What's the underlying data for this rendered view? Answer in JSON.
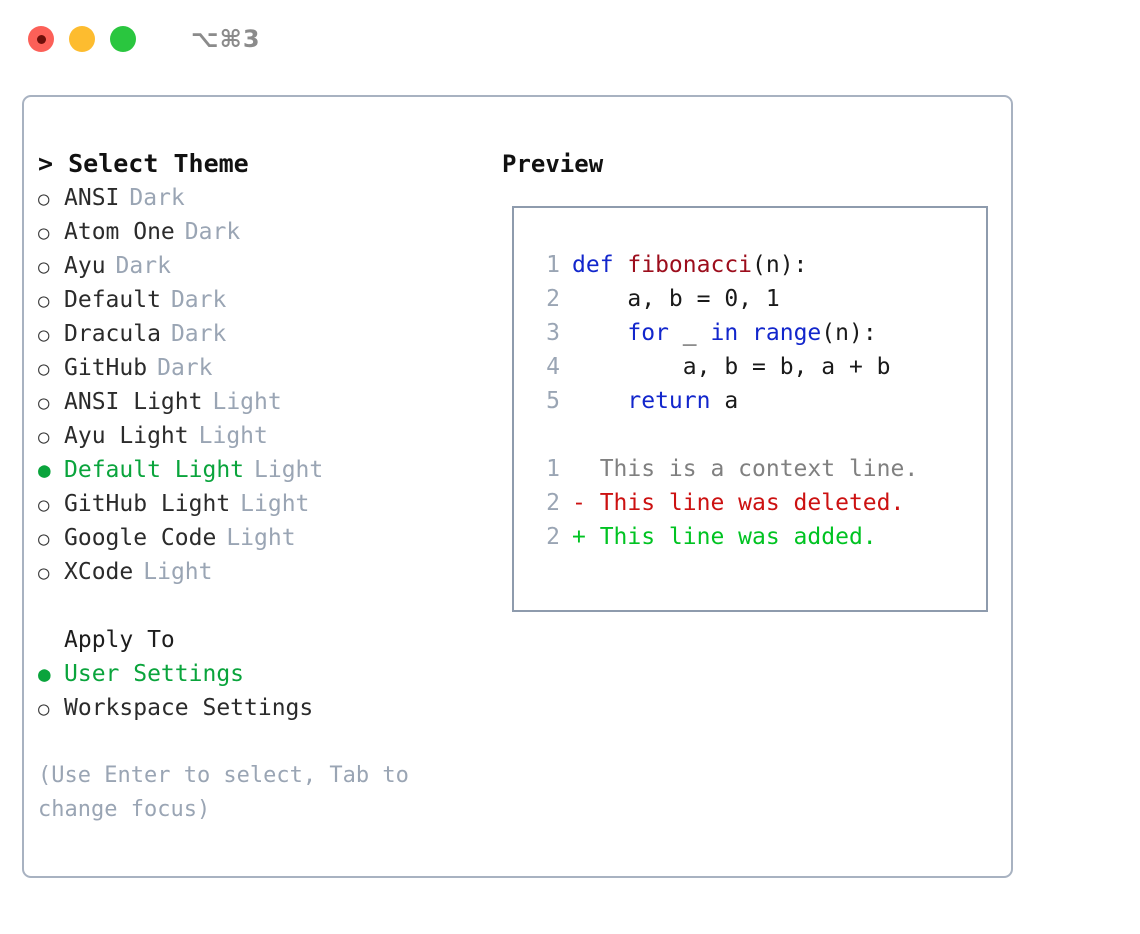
{
  "titlebar": {
    "shortcut": "⌥⌘3",
    "buttons": [
      {
        "name": "close",
        "color": "#fc6058"
      },
      {
        "name": "minimize",
        "color": "#fdbc2f"
      },
      {
        "name": "maximize",
        "color": "#2ac63f"
      }
    ]
  },
  "theme_panel": {
    "header": "> Select Theme",
    "items": [
      {
        "bullet": "○",
        "selected": false,
        "label": "ANSI",
        "tag": "Dark"
      },
      {
        "bullet": "○",
        "selected": false,
        "label": "Atom One",
        "tag": "Dark"
      },
      {
        "bullet": "○",
        "selected": false,
        "label": "Ayu",
        "tag": "Dark"
      },
      {
        "bullet": "○",
        "selected": false,
        "label": "Default",
        "tag": "Dark"
      },
      {
        "bullet": "○",
        "selected": false,
        "label": "Dracula",
        "tag": "Dark"
      },
      {
        "bullet": "○",
        "selected": false,
        "label": "GitHub",
        "tag": "Dark"
      },
      {
        "bullet": "○",
        "selected": false,
        "label": "ANSI Light",
        "tag": "Light"
      },
      {
        "bullet": "○",
        "selected": false,
        "label": "Ayu Light",
        "tag": "Light"
      },
      {
        "bullet": "●",
        "selected": true,
        "label": "Default Light",
        "tag": "Light"
      },
      {
        "bullet": "○",
        "selected": false,
        "label": "GitHub Light",
        "tag": "Light"
      },
      {
        "bullet": "○",
        "selected": false,
        "label": "Google Code",
        "tag": "Light"
      },
      {
        "bullet": "○",
        "selected": false,
        "label": "XCode",
        "tag": "Light"
      }
    ]
  },
  "apply_to": {
    "header": "Apply To",
    "items": [
      {
        "bullet": "●",
        "selected": true,
        "label": "User Settings"
      },
      {
        "bullet": "○",
        "selected": false,
        "label": "Workspace Settings"
      }
    ]
  },
  "hint": "(Use Enter to select, Tab to change focus)",
  "preview": {
    "title": "Preview",
    "code_lines": [
      {
        "num": "1",
        "tokens": [
          {
            "t": "def ",
            "c": "kw"
          },
          {
            "t": "fibonacci",
            "c": "fn"
          },
          {
            "t": "(n):",
            "c": "plain"
          }
        ]
      },
      {
        "num": "2",
        "tokens": [
          {
            "t": "    a, b = 0, 1",
            "c": "plain"
          }
        ]
      },
      {
        "num": "3",
        "tokens": [
          {
            "t": "    ",
            "c": "plain"
          },
          {
            "t": "for",
            "c": "kw"
          },
          {
            "t": " _ ",
            "c": "plain"
          },
          {
            "t": "in",
            "c": "kw"
          },
          {
            "t": " ",
            "c": "plain"
          },
          {
            "t": "range",
            "c": "kw"
          },
          {
            "t": "(n):",
            "c": "plain"
          }
        ]
      },
      {
        "num": "4",
        "tokens": [
          {
            "t": "        a, b = b, a + b",
            "c": "plain"
          }
        ]
      },
      {
        "num": "5",
        "tokens": [
          {
            "t": "    ",
            "c": "plain"
          },
          {
            "t": "return",
            "c": "kw"
          },
          {
            "t": " a",
            "c": "plain"
          }
        ]
      }
    ],
    "diff_lines": [
      {
        "num": "1",
        "marker": " ",
        "text": "  This is a context line.",
        "kind": "ctx"
      },
      {
        "num": "2",
        "marker": "-",
        "text": "- This line was deleted.",
        "kind": "del"
      },
      {
        "num": "2",
        "marker": "+",
        "text": "+ This line was added.",
        "kind": "add"
      }
    ]
  },
  "colors": {
    "accent_green": "#0aa43c",
    "muted_gray": "#9aa5b4",
    "border": "#a8b2c1",
    "preview_border": "#8e9bad",
    "keyword_blue": "#1226cc",
    "function_red": "#9c0d1c",
    "diff_del_red": "#cc1111",
    "diff_add_green": "#00c322"
  }
}
